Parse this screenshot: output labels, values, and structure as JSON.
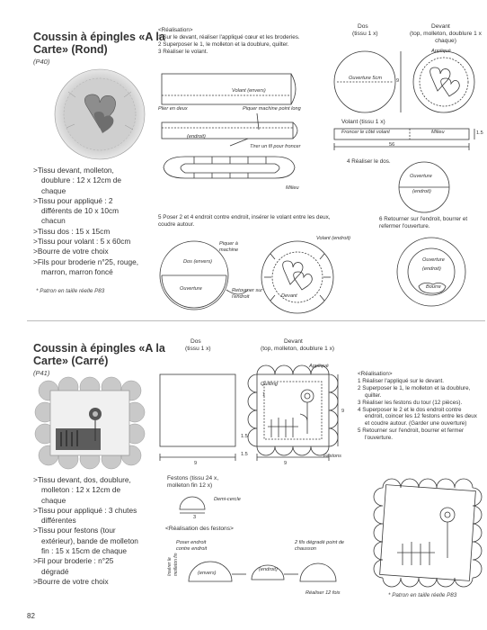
{
  "page_number": "82",
  "section1": {
    "title_line1": "Coussin à épingles «A la",
    "title_line2": "Carte» (Rond)",
    "ref": "(P40)",
    "materials": [
      ">Tissu devant, molleton, doublure : 12 x 12cm de chaque",
      ">Tissu pour appliqué : 2 différents de 10 x 10cm chacun",
      ">Tissu dos : 15 x 15cm",
      ">Tissu pour volant : 5 x 60cm",
      ">Bourre de votre choix",
      ">Fils pour broderie n°25, rouge, marron, marron foncé"
    ],
    "note": "* Patron en taille réelle P83",
    "realisation_title": "<Réalisation>",
    "steps": [
      "1  Sur le devant, réaliser l'appliqué cœur et les broderies.",
      "2  Superposer le 1, le molleton et la doublure, quilter.",
      "3  Réaliser le volant."
    ],
    "step4": "4  Réaliser le dos.",
    "step5": "5  Poser 2 et 4 endroit contre endroit, insérer le volant entre les deux, coudre autour.",
    "step6": "6  Retourner sur l'endroit, bourrer et refermer l'ouverture.",
    "labels": {
      "volant_envers": "Volant (envers)",
      "plier_en_deux": "Plier en deux",
      "piquer_machine_point_long": "Piquer machine point long",
      "endroit": "(endroit)",
      "tirer_fil": "Tirer un fil pour froncer",
      "milieu": "Milieu",
      "dos": "Dos",
      "tissu_1x": "(tissu 1 x)",
      "devant": "Devant",
      "devant_sub": "(top, molleton, doublure 1 x chaque)",
      "applique": "Appliqué",
      "ouverture_5cm": "Ouverture 5cm",
      "dim_9": "9",
      "volant_tissu": "Volant (tissu 1 x)",
      "froncer": "Froncer le côté volant",
      "milieu2": "Milieu",
      "dim_56": "56",
      "dim_15": "1.5",
      "ouverture": "Ouverture",
      "piquer_machine": "Piquer à machine",
      "dos_envers": "Dos (envers)",
      "volant_endroit": "Volant (endroit)",
      "retourner": "Retourner sur l'endroit",
      "devant_lbl": "Devant",
      "bourre": "Bourre",
      "endroit_lbl": "(endroit)"
    }
  },
  "section2": {
    "title_line1": "Coussin à épingles «A la",
    "title_line2": "Carte» (Carré)",
    "ref": "(P41)",
    "materials": [
      ">Tissu devant, dos, doublure, molleton : 12 x 12cm de chaque",
      ">Tissu pour appliqué : 3 chutes différentes",
      ">Tissu pour festons (tour extérieur), bande de molleton fin : 15 x 15cm de chaque",
      ">Fil pour broderie : n°25 dégradé",
      ">Bourre de votre choix"
    ],
    "note": "* Patron en taille réelle P83",
    "realisation_title": "<Réalisation>",
    "steps": [
      "1  Réaliser l'appliqué sur le devant.",
      "2  Superposer le 1, le molleton et la doublure, quilter.",
      "3  Réaliser les festons du tour (12 pièces).",
      "4  Superposer le 2 et le dos endroit contre endroit, coincer les 12 festons entre les deux et coudre autour. (Garder une ouverture)",
      "5  Retourner sur l'endroit, bourrer et fermer l'ouverture."
    ],
    "labels": {
      "dos": "Dos",
      "tissu_1x": "(tissu 1 x)",
      "devant": "Devant",
      "devant_sub": "(top, molleton, doublure 1 x)",
      "applique": "Appliqué",
      "quilting": "Quilting",
      "festons": "Festons",
      "dim_9a": "9",
      "dim_9b": "9",
      "dim_9c": "9",
      "dim_15a": "1.5",
      "dim_15b": "1.5",
      "dim_1": "1",
      "festons_tissu": "Festons (tissu 24 x, molleton fin 12 x)",
      "demi_cercle": "Demi-cercle",
      "dim_3": "3",
      "realisation_festons": "<Réalisation des festons>",
      "poser_endroit": "Poser endroit contre endroit",
      "envers": "(envers)",
      "endroit": "(endroit)",
      "fils_degrade": "2 fils dégradé point de chausson",
      "inserer": "Insérer le molleton fin",
      "realiser12": "Réaliser 12 fois"
    }
  }
}
